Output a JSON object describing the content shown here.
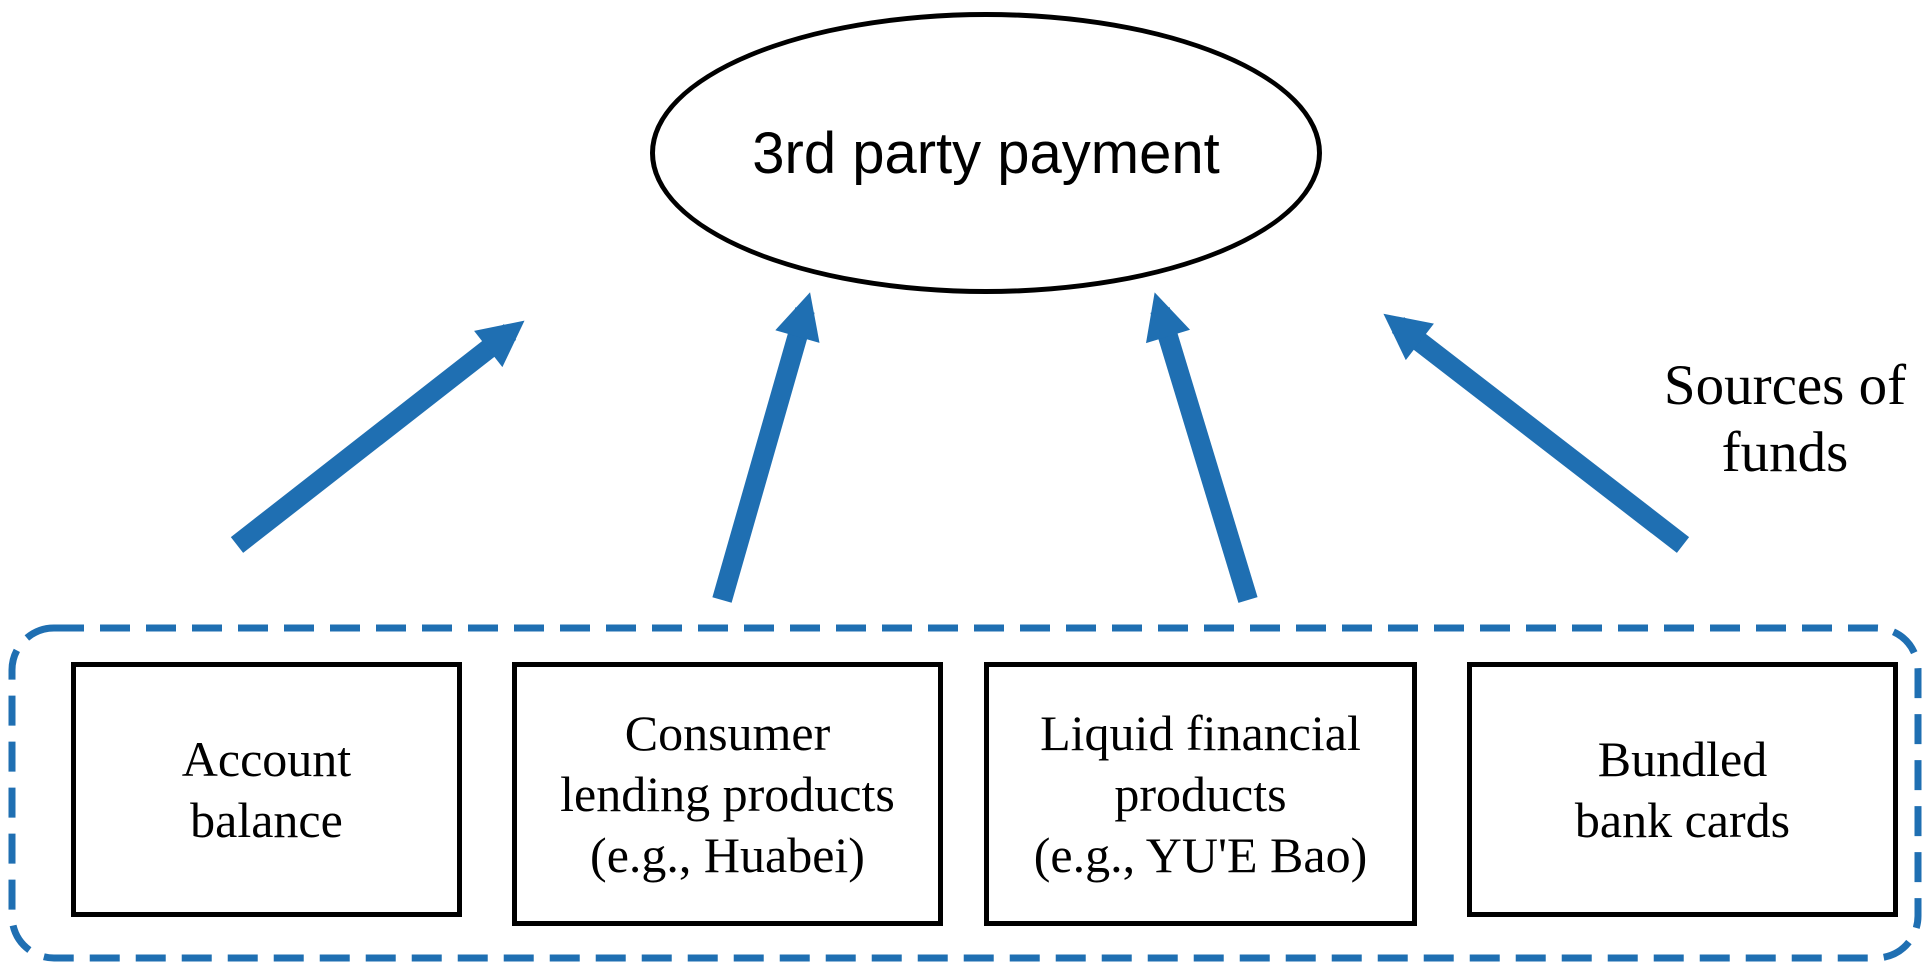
{
  "diagram": {
    "ellipse_label": "3rd party payment",
    "side_label": "Sources of\nfunds",
    "boxes": [
      {
        "label": "Account\nbalance"
      },
      {
        "label": "Consumer\nlending products\n(e.g., Huabei)"
      },
      {
        "label": "Liquid financial\nproducts\n(e.g., YU'E Bao)"
      },
      {
        "label": "Bundled\nbank cards"
      }
    ],
    "colors": {
      "accent_blue": "#1f6fb2",
      "outline_black": "#000000"
    }
  }
}
